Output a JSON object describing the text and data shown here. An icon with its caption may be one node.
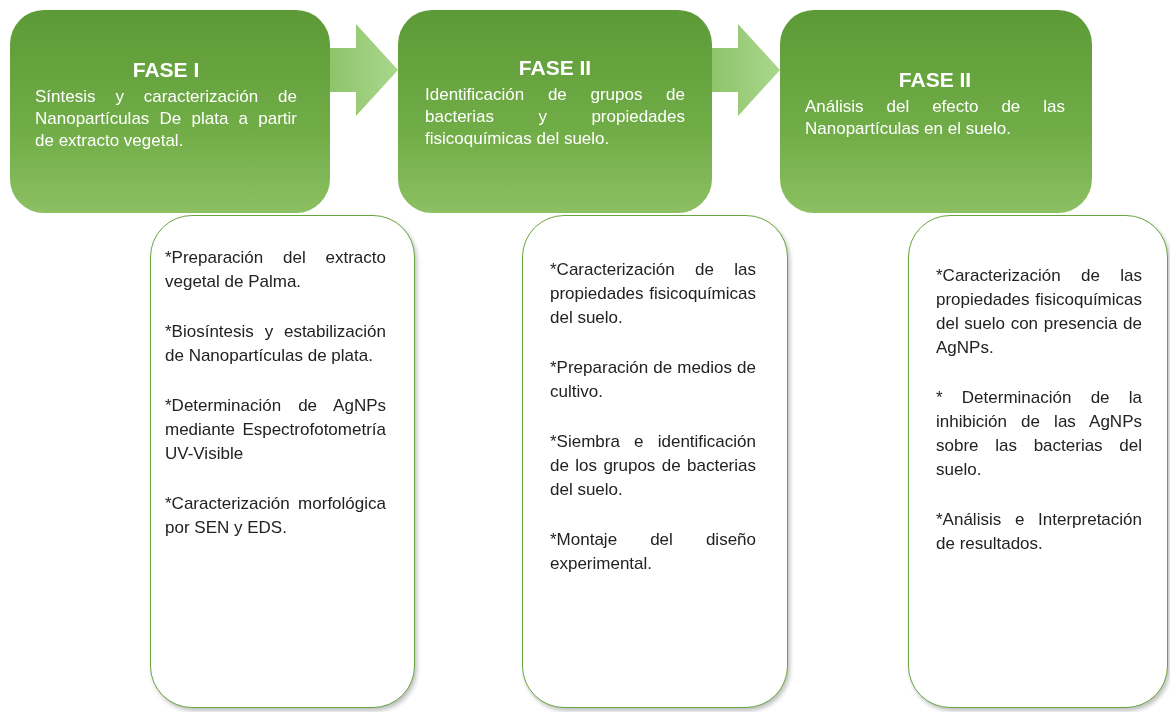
{
  "diagram": {
    "nodes": [
      {
        "text": [
          "FASE I",
          "Síntesis y caracterización de Nanopartículas De plata a partir de extracto vegetal."
        ]
      },
      {
        "text": [
          "*Preparación del extracto vegetal de Palma.",
          "*Biosíntesis y estabilización de Nanopartículas de plata.",
          "*Determinación de AgNPs mediante Espectrofotometría UV-Visible",
          "*Caracterización morfológica por SEN y EDS."
        ]
      },
      {
        "text": [
          "FASE II",
          "Identificación de grupos de bacterias y propiedades fisicoquímicas del suelo."
        ]
      },
      {
        "text": [
          "*Caracterización de las propiedades fisicoquímicas del suelo.",
          "*Preparación de medios de cultivo.",
          "*Siembra e identificación de los grupos de bacterias del suelo.",
          "*Montaje del diseño experimental."
        ]
      },
      {
        "text": [
          "FASE II",
          "Análisis del efecto de las Nanopartículas en el suelo."
        ]
      },
      {
        "text": [
          "*Caracterización de las propiedades fisicoquímicas del suelo con presencia de AgNPs.",
          "* Determinación de la inhibición de las AgNPs sobre las bacterias del suelo.",
          "*Análisis e Interpretación de resultados."
        ]
      }
    ],
    "edges": [
      {
        "from": 0,
        "to": 2,
        "arrow": "to"
      },
      {
        "from": 2,
        "to": 4,
        "arrow": "to"
      }
    ]
  }
}
